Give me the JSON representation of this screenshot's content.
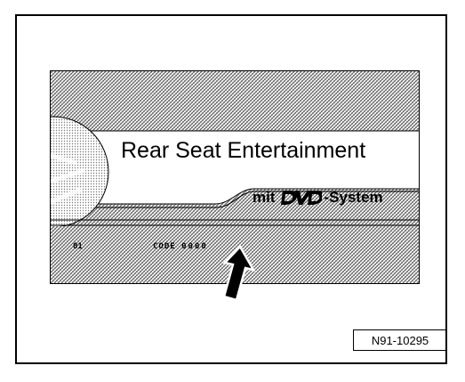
{
  "screen": {
    "title": "Rear Seat Entertainment",
    "subtitle_prefix": "mit",
    "subtitle_logo": "DVD",
    "subtitle_suffix": "-System",
    "status_left": "01",
    "code_label": "CODE",
    "code_value": "0000"
  },
  "figure_id": "N91-10295",
  "icons": {
    "disc": "disc-icon",
    "arrow": "pointer-arrow-icon",
    "logo": "dvd-logo-icon"
  }
}
